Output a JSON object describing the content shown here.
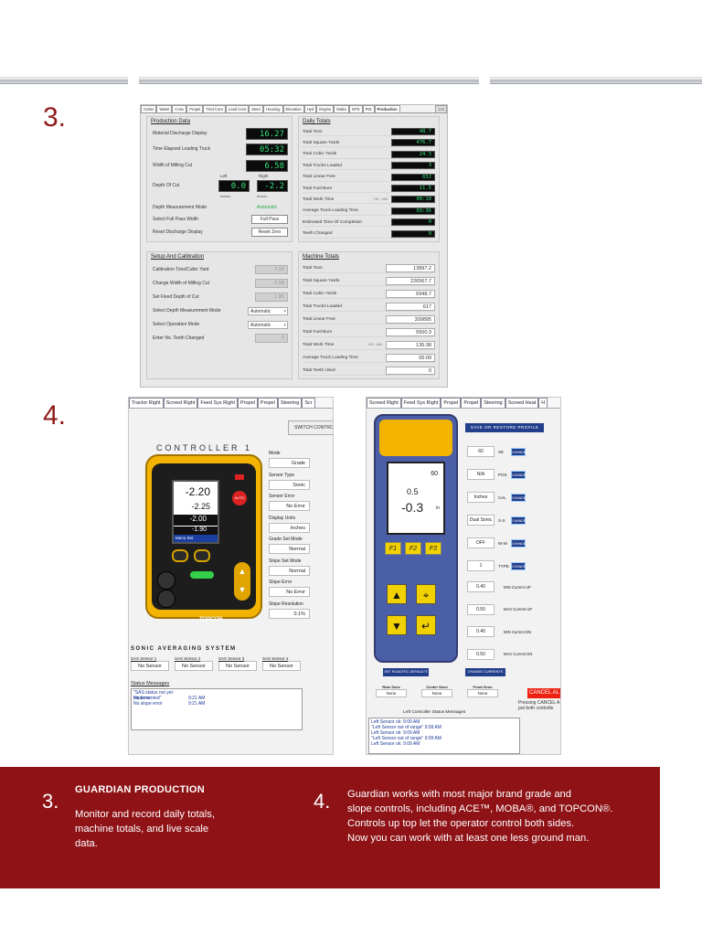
{
  "section3": {
    "number": "3.",
    "tabs": [
      "Cutter",
      "Water",
      "Conv",
      "Propel",
      "Trnd Cont",
      "Load Cont",
      "Steer",
      "Housing",
      "Elevation",
      "Hyd",
      "Engine",
      "Moba",
      "GPS",
      "PID",
      "Production",
      "123"
    ],
    "production": {
      "title": "Production Data",
      "material_discharge_label": "Material Discharge Display",
      "material_discharge_value": "16.27",
      "time_elapsed_label": "Time Elapsed Loading Truck",
      "time_elapsed_value": "05:32",
      "width_label": "Width of Milling Cut",
      "width_value": "6.58",
      "left_label": "Left",
      "right_label": "Right",
      "depth_label": "Depth Of Cut",
      "depth_left": "0.0",
      "depth_right": "-2.2",
      "inches_left": "Inches",
      "inches_right": "Inches",
      "mode_label": "Depth Measurement Mode",
      "mode_value": "Automatic",
      "full_pass_label": "Select Full Pass Width",
      "full_pass_button": "Full Pass",
      "reset_label": "Reset Discharge Display",
      "reset_button": "Reset Zero"
    },
    "daily": {
      "title": "Daily Totals",
      "rows": [
        {
          "label": "Total Tons",
          "unit": "",
          "value": "48.7"
        },
        {
          "label": "Total Square Yards",
          "unit": "",
          "value": "476.7"
        },
        {
          "label": "Total Cubic Yards",
          "unit": "",
          "value": "24.3"
        },
        {
          "label": "Total Trucks Loaded",
          "unit": "",
          "value": "3"
        },
        {
          "label": "Total Linear Feet",
          "unit": "",
          "value": "652"
        },
        {
          "label": "Total Fuel Burn",
          "unit": "",
          "value": "11.5"
        },
        {
          "label": "Total Work Time",
          "unit": "HH : MM",
          "value": "00:10"
        },
        {
          "label": "Average Truck Loading Time",
          "unit": "",
          "value": "03:36"
        },
        {
          "label": "Estimated Time Of Completion",
          "unit": "",
          "value": "0"
        },
        {
          "label": "Teeth Changed",
          "unit": "",
          "value": "0"
        }
      ]
    },
    "setup": {
      "title": "Setup And Calibration",
      "rows": [
        {
          "label": "Calibration Tons/Cubic Yard",
          "value": "2.00"
        },
        {
          "label": "Change Width of Milling Cut",
          "value": "6.58"
        },
        {
          "label": "Set Fixed Depth of Cut",
          "value": "1.80"
        },
        {
          "label": "Select Depth Measurement Mode",
          "value": "Automatic"
        },
        {
          "label": "Select Operation Mode",
          "value": "Automatic"
        },
        {
          "label": "Enter No. Teeth Changed",
          "value": "0"
        }
      ]
    },
    "machine": {
      "title": "Machine Totals",
      "rows": [
        {
          "label": "Total Tons",
          "unit": "",
          "value": "13897.2"
        },
        {
          "label": "Total Square Yards",
          "unit": "",
          "value": "226567.7"
        },
        {
          "label": "Total Cubic Yards",
          "unit": "",
          "value": "6948.7"
        },
        {
          "label": "Total Trucks Loaded",
          "unit": "",
          "value": "617"
        },
        {
          "label": "Total Linear Feet",
          "unit": "",
          "value": "309895"
        },
        {
          "label": "Total Fuel Burn",
          "unit": "",
          "value": "5500.3"
        },
        {
          "label": "Total Work Time",
          "unit": "HH : MM",
          "value": "135:38"
        },
        {
          "label": "Average Truck Loading Time",
          "unit": "",
          "value": "05:09"
        },
        {
          "label": "Total Teeth Used",
          "unit": "",
          "value": "0"
        }
      ]
    }
  },
  "section4": {
    "number": "4.",
    "left": {
      "tabs": [
        "Tractor Right",
        "Screed Right",
        "Feed Sys Right",
        "Propel",
        "Propel",
        "Steering",
        "Scr"
      ],
      "switch_button": "SWITCH CONTRO",
      "controller_title": "CONTROLLER 1",
      "screen_values": [
        "-2.20",
        "-2.25",
        "-2.00",
        "-1.90"
      ],
      "screen_units": [
        "A in",
        "in",
        "in",
        "in"
      ],
      "menu_label": "Menu Set",
      "auto_label": "AUTO",
      "brand": "TOPCON",
      "fields": [
        {
          "label": "Mode",
          "value": "Grade"
        },
        {
          "label": "Sensor Type",
          "value": "Sonic"
        },
        {
          "label": "Sensor Error",
          "value": "No Error"
        },
        {
          "label": "Display Units",
          "value": "Inches"
        },
        {
          "label": "Grade Set Mode",
          "value": "Normal"
        },
        {
          "label": "Slope Set Mode",
          "value": "Normal"
        },
        {
          "label": "Slope Error",
          "value": "No Error"
        },
        {
          "label": "Slope Resolution",
          "value": "0.1%"
        }
      ],
      "sonic_title": "SONIC AVERAGING SYSTEM",
      "sas": [
        {
          "label": "SAS Sensor 1",
          "value": "No Sensor"
        },
        {
          "label": "SAS Sensor 2",
          "value": "No Sensor"
        },
        {
          "label": "SAS Sensor 3",
          "value": "No Sensor"
        },
        {
          "label": "SAS Sensor 4",
          "value": "No Sensor"
        }
      ],
      "status_title": "Status Messages",
      "messages": [
        {
          "text": "\"SAS status not yet implemented\"",
          "time": ""
        },
        {
          "text": "No error",
          "time": "9:21 AM"
        },
        {
          "text": "No slope error",
          "time": "9:21 AM"
        }
      ]
    },
    "right": {
      "tabs": [
        "Screed Right",
        "Feed Sys Right",
        "Propel",
        "Propel",
        "Steering",
        "Screed Heat",
        "H"
      ],
      "save_restore": "SAVE OR RESTORE PROFILE",
      "screen_top": "60",
      "screen_mid": "0.5",
      "screen_big": "-0.3",
      "screen_unit": "in",
      "fkeys": [
        "F1",
        "F2",
        "F3"
      ],
      "rows_a": [
        {
          "value": "60",
          "label": "SE",
          "button": "CHANGE"
        },
        {
          "value": "N/A",
          "label": "POS",
          "button": "CHANGE"
        },
        {
          "value": "Inches",
          "label": "CAL",
          "button": "CHANGE"
        },
        {
          "value": "Dual Sonic",
          "label": "S-S",
          "button": "CHANGE"
        },
        {
          "value": "OFF",
          "label": "W-W",
          "button": "CHANGE"
        },
        {
          "value": "1",
          "label": "TYPE",
          "button": "CHANGE"
        }
      ],
      "rows_b": [
        {
          "value": "0.40",
          "label": "MIN Current UP"
        },
        {
          "value": "0.50",
          "label": "MAX Current UP"
        },
        {
          "value": "0.40",
          "label": "MIN Current DN"
        },
        {
          "value": "0.50",
          "label": "MAX Current DN"
        }
      ],
      "set_defaults": "SET ROADTEC DEFAULTS",
      "change_currents": "CHANGE CURRENTS",
      "sensors": [
        {
          "label": "Rear Sens",
          "value": "None"
        },
        {
          "label": "Center Sens",
          "value": "None"
        },
        {
          "label": "Front Sens",
          "value": "None"
        }
      ],
      "cancel": "CANCEL AL",
      "pressing_line1": "Pressing CANCEL A",
      "pressing_line2": "put both controlle",
      "status_title": "Left Controller Status Messages",
      "messages": [
        "Left Sensor ok: 9:09 AM",
        "\"Left Sensor out of range\" 9:09 AM",
        "Left Sensor ok: 9:09 AM",
        "\"Left Sensor out of range\" 9:09 AM",
        "Left Sensor ok: 9:09 AM"
      ]
    }
  },
  "banner": {
    "n3": "3.",
    "heading3": "GUARDIAN PRODUCTION",
    "text3_l1": "Monitor and record daily totals,",
    "text3_l2": "machine totals, and live scale",
    "text3_l3": "data.",
    "n4": "4.",
    "text4_l1": "Guardian works with most major brand grade and",
    "text4_l2": "slope controls, including ACE™, MOBA®, and TOPCON®.",
    "text4_l3": "Controls up top let the operator control both sides.",
    "text4_l4": "Now you can work with at least one less ground man."
  },
  "colors": {
    "accent_red": "#8e1216",
    "digit_green": "#35e07a",
    "topcon_yellow": "#f2b400",
    "moba_blue": "#4a5fa8"
  }
}
